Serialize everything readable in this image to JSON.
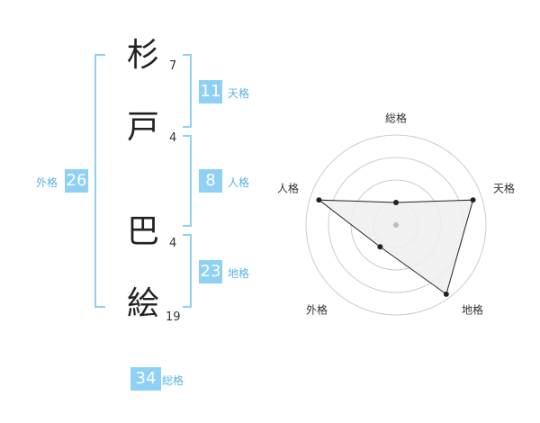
{
  "name": {
    "chars": [
      {
        "char": "杉",
        "strokes": "7"
      },
      {
        "char": "戸",
        "strokes": "4"
      },
      {
        "char": "巴",
        "strokes": "4"
      },
      {
        "char": "絵",
        "strokes": "19"
      }
    ]
  },
  "grids": {
    "tenkaku": {
      "value": "11",
      "label": "天格"
    },
    "jinkaku": {
      "value": "8",
      "label": "人格"
    },
    "chikaku": {
      "value": "23",
      "label": "地格"
    },
    "gaikaku": {
      "value": "26",
      "label": "外格"
    },
    "soukaku": {
      "value": "34",
      "label": "総格"
    }
  },
  "chart_data": {
    "type": "radar",
    "axes": [
      "総格",
      "天格",
      "地格",
      "外格",
      "人格"
    ],
    "values": [
      0.25,
      0.9,
      0.95,
      0.3,
      0.9
    ],
    "max": 1,
    "rings": 4,
    "colors": {
      "fill": "#eeeeee",
      "line": "#222222",
      "ring": "#cccccc"
    }
  }
}
